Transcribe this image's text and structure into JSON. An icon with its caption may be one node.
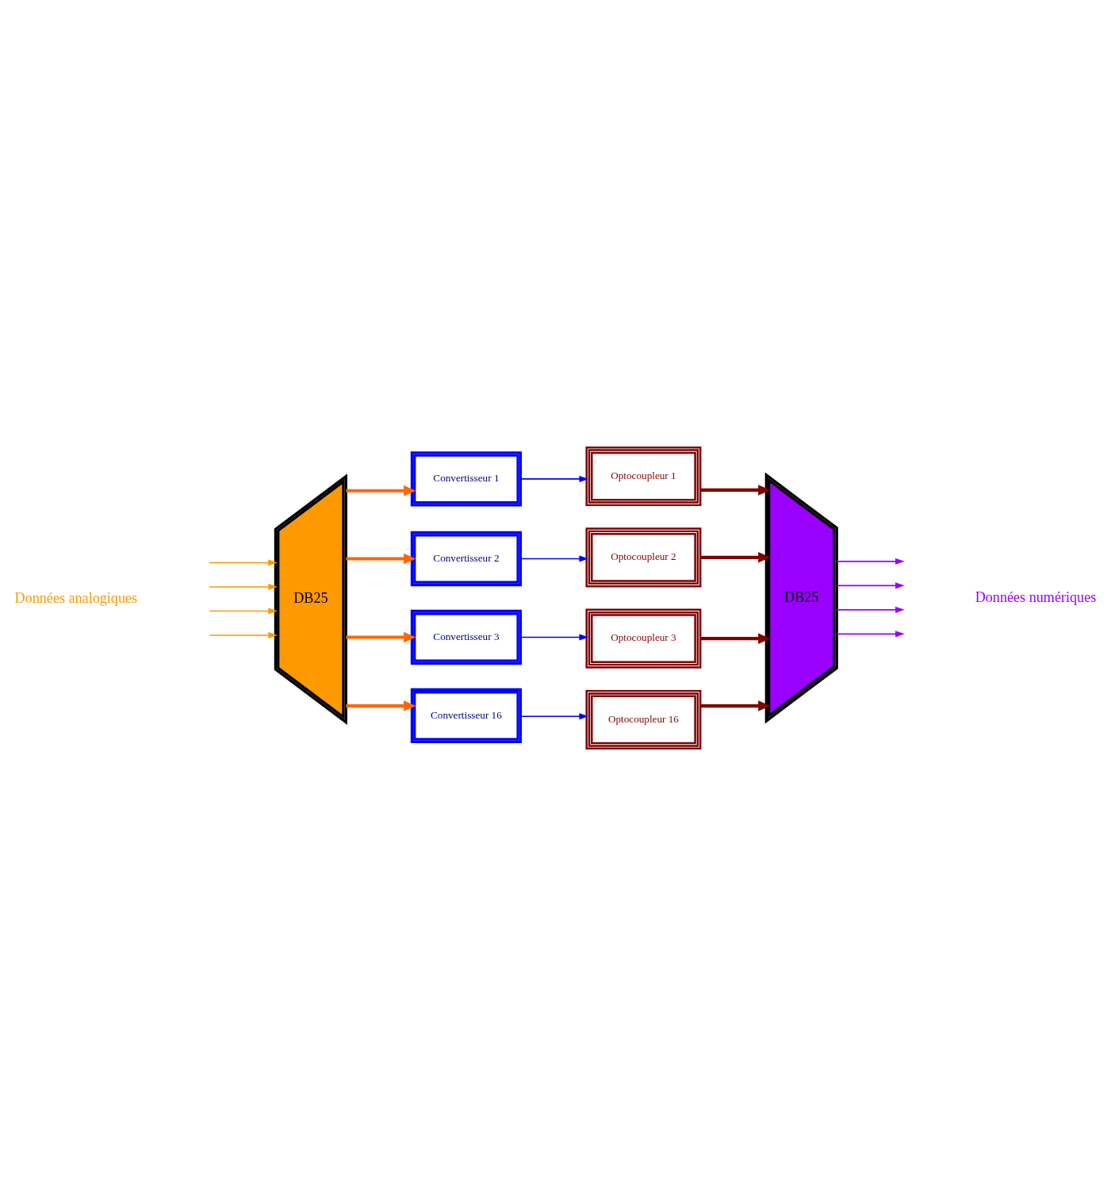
{
  "diagram": {
    "nodes": [
      {
        "text": [
          "DB25"
        ]
      },
      {
        "text": [
          "Convertisseur 1"
        ]
      },
      {
        "text": [
          "Convertisseur 2"
        ]
      },
      {
        "text": [
          "Convertisseur 3"
        ]
      },
      {
        "text": [
          "Convertisseur 16"
        ]
      },
      {
        "text": [
          "Optocoupleur 1"
        ]
      },
      {
        "text": [
          "Optocoupleur 2"
        ]
      },
      {
        "text": [
          "Optocoupleur 3"
        ]
      },
      {
        "text": [
          "Optocoupleur 16"
        ]
      },
      {
        "text": [
          "DB25"
        ]
      }
    ],
    "edges": [
      {
        "from": null,
        "to": 0,
        "arrow": "to",
        "color": "#ff9900"
      },
      {
        "from": null,
        "to": 0,
        "arrow": "to",
        "color": "#ff9900"
      },
      {
        "from": null,
        "to": 0,
        "arrow": "to",
        "color": "#ff9900"
      },
      {
        "from": null,
        "to": 0,
        "arrow": "to",
        "color": "#ff9900"
      },
      {
        "from": 0,
        "to": 1,
        "arrow": "to",
        "style": "thick",
        "color": "#ff6600"
      },
      {
        "from": 0,
        "to": 2,
        "arrow": "to",
        "style": "thick",
        "color": "#ff6600"
      },
      {
        "from": 0,
        "to": 3,
        "arrow": "to",
        "style": "thick",
        "color": "#ff6600"
      },
      {
        "from": 0,
        "to": 4,
        "arrow": "to",
        "style": "thick",
        "color": "#ff6600"
      },
      {
        "from": 1,
        "to": 5,
        "arrow": "to",
        "color": "#0000ff"
      },
      {
        "from": 2,
        "to": 6,
        "arrow": "to",
        "color": "#0000ff"
      },
      {
        "from": 3,
        "to": 7,
        "arrow": "to",
        "color": "#0000ff"
      },
      {
        "from": 4,
        "to": 8,
        "arrow": "to",
        "color": "#0000ff"
      },
      {
        "from": 5,
        "to": 9,
        "arrow": "to",
        "style": "thick",
        "color": "#800000"
      },
      {
        "from": 6,
        "to": 9,
        "arrow": "to",
        "style": "thick",
        "color": "#800000"
      },
      {
        "from": 7,
        "to": 9,
        "arrow": "to",
        "style": "thick",
        "color": "#800000"
      },
      {
        "from": 8,
        "to": 9,
        "arrow": "to",
        "style": "thick",
        "color": "#800000"
      },
      {
        "from": 9,
        "to": null,
        "arrow": "to",
        "color": "#9900ff"
      },
      {
        "from": 9,
        "to": null,
        "arrow": "to",
        "color": "#9900ff"
      },
      {
        "from": 9,
        "to": null,
        "arrow": "to",
        "color": "#9900ff"
      },
      {
        "from": 9,
        "to": null,
        "arrow": "to",
        "color": "#9900ff"
      }
    ],
    "labels": [
      "Données analogiques",
      "Données numériques"
    ]
  }
}
